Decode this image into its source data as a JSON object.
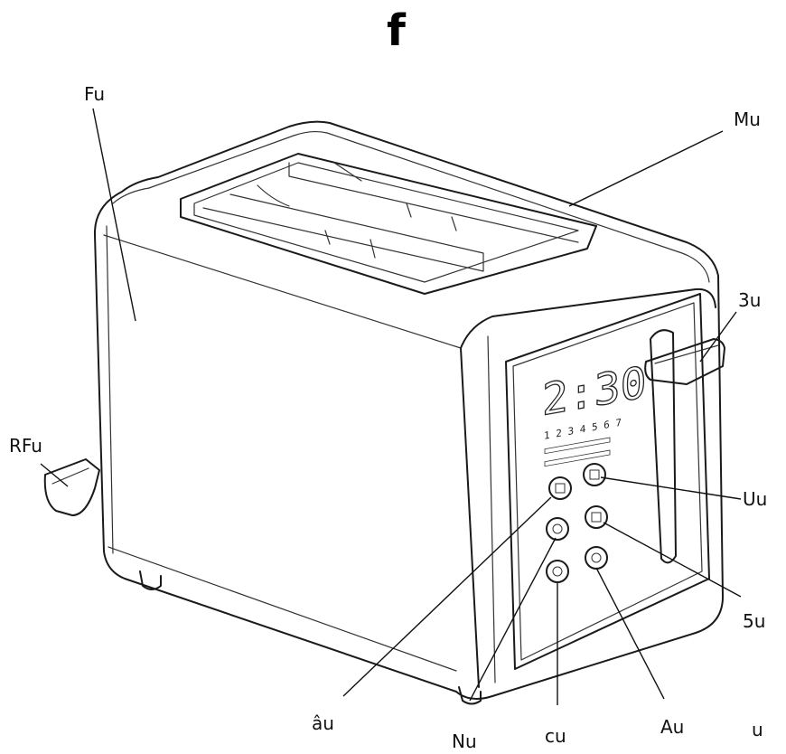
{
  "figure_letter": "f",
  "display": {
    "time": "2:30",
    "levels": "1 2 3 4 5 6 7"
  },
  "callouts": [
    {
      "id": "top-left",
      "text": "Fu"
    },
    {
      "id": "top-right",
      "text": "Mu"
    },
    {
      "id": "right-1",
      "text": "3u"
    },
    {
      "id": "left",
      "text": "RFu"
    },
    {
      "id": "right-2",
      "text": "Uu"
    },
    {
      "id": "right-3",
      "text": "5u"
    },
    {
      "id": "bottom-1",
      "text": "âu"
    },
    {
      "id": "bottom-2",
      "text": "Nu"
    },
    {
      "id": "bottom-3",
      "text": "cu"
    },
    {
      "id": "bottom-4",
      "text": "Au"
    },
    {
      "id": "bottom-5",
      "text": "u"
    }
  ]
}
